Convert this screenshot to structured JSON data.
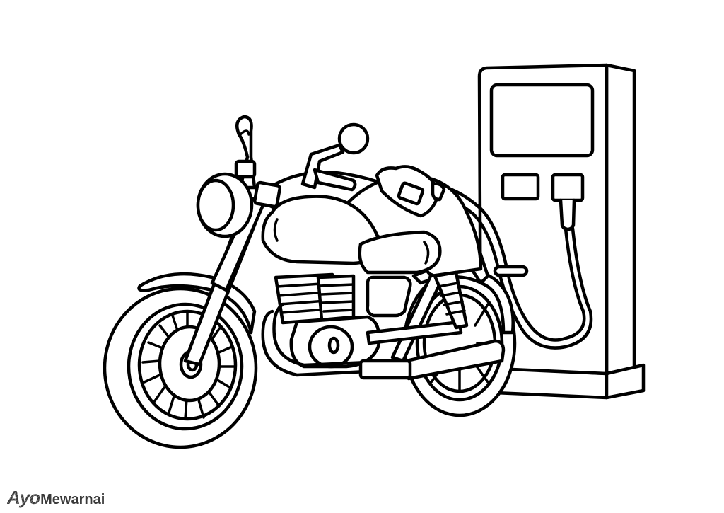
{
  "illustration": {
    "subject": "Motorcycle refueling at a fuel pump (coloring page line art)",
    "style": "black outline on white",
    "colors": {
      "background": "#ffffff",
      "outline": "#000000"
    },
    "elements": [
      "motorcycle",
      "front-wheel",
      "rear-wheel",
      "headlight",
      "mirrors",
      "fuel-tank",
      "seat",
      "engine",
      "exhaust-pipe",
      "rear-shock",
      "fuel-pump",
      "pump-display-screen",
      "pump-buttons",
      "fuel-hose",
      "fuel-nozzle"
    ]
  },
  "watermark": {
    "part1": "Ayo",
    "part2": "Mewarnai",
    "color": "#3c3c3c"
  }
}
